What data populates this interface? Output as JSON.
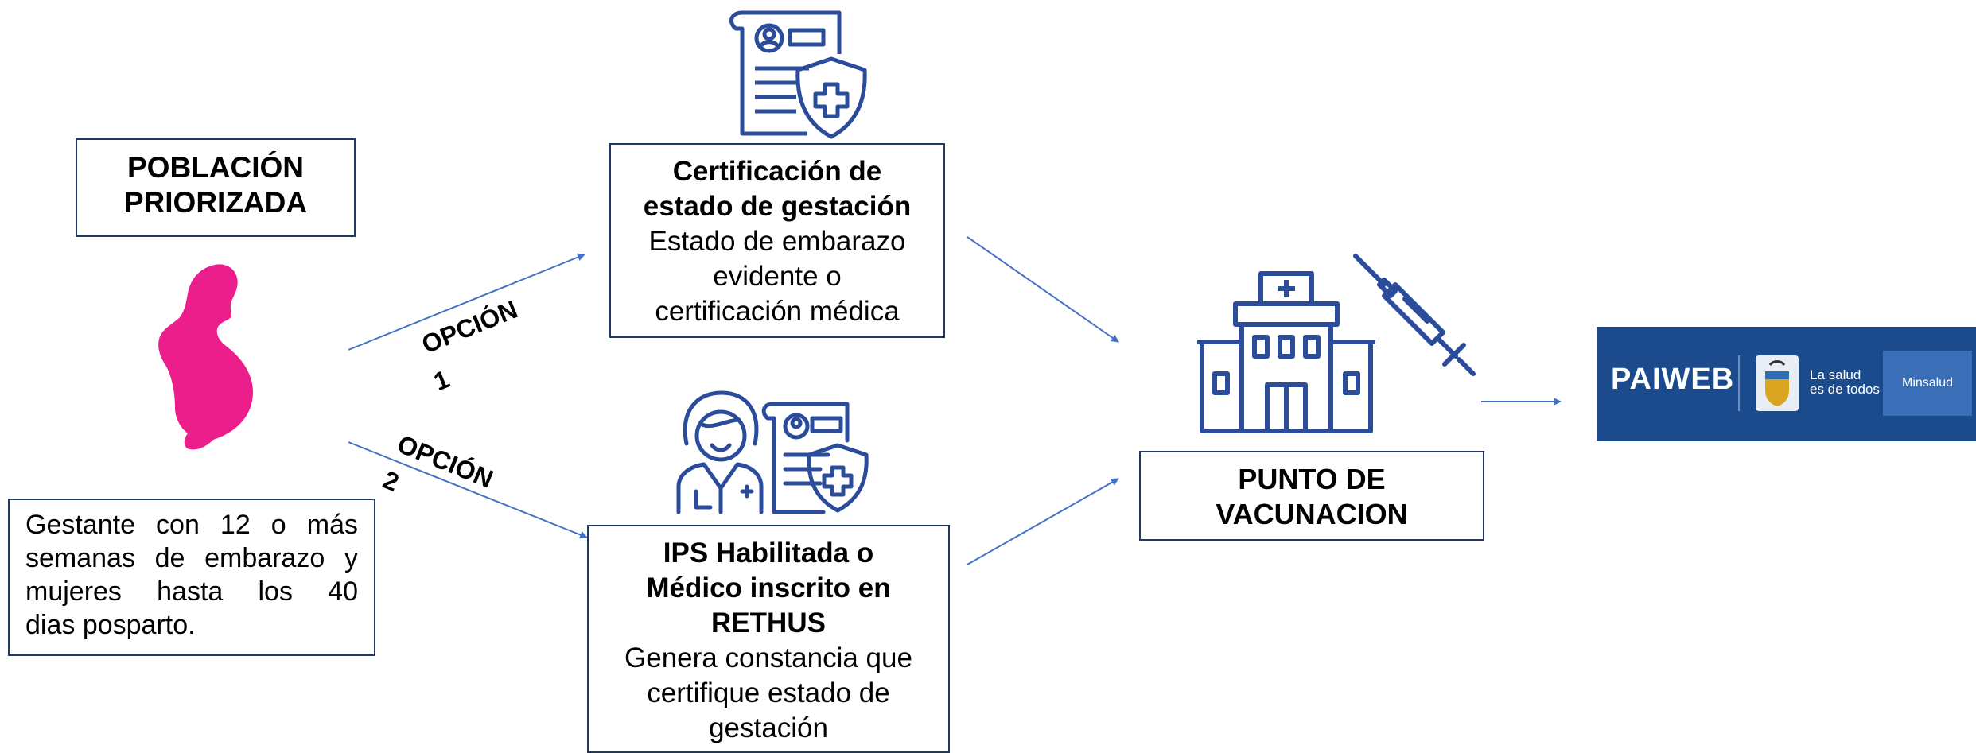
{
  "poblacion": {
    "title_line1": "POBLACIÓN",
    "title_line2": "PRIORIZADA",
    "desc_line1": "Gestante con 12 o más",
    "desc_line2": "semanas de embarazo y",
    "desc_line3": "mujeres hasta los 40",
    "desc_line4": "dias posparto."
  },
  "option1": {
    "word": "OPCIÓN",
    "number": "1"
  },
  "option2": {
    "word": "OPCIÓN",
    "number": "2"
  },
  "certificacion": {
    "title_line1": "Certificación de",
    "title_line2": "estado de gestación",
    "body_line1": "Estado de embarazo",
    "body_line2": "evidente o",
    "body_line3": "certificación médica"
  },
  "ips": {
    "title_line1": "IPS Habilitada o",
    "title_line2": "Médico inscrito en",
    "title_line3": "RETHUS",
    "body_line1": "Genera constancia que",
    "body_line2": "certifique estado de",
    "body_line3": "gestación"
  },
  "punto": {
    "line1": "PUNTO DE",
    "line2": "VACUNACION"
  },
  "paiweb": {
    "label": "PAIWEB",
    "tagline1": "La salud",
    "tagline2": "es de todos",
    "ministry": "Minsalud"
  },
  "colors": {
    "border": "#1f3864",
    "arrow": "#4472c4",
    "icon": "#2b4c9b",
    "pregnant": "#ec1e8c",
    "paiweb_bg": "#1b4b8c"
  }
}
